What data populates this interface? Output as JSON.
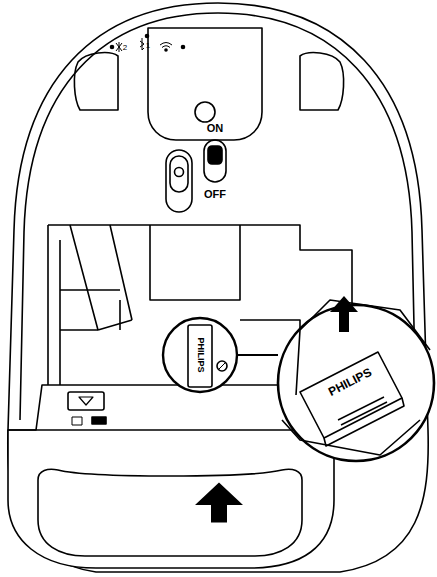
{
  "diagram": {
    "labels": [
      "2",
      "1",
      "ON",
      "OFF",
      "PHILIPS",
      "PHILIPS"
    ]
  }
}
